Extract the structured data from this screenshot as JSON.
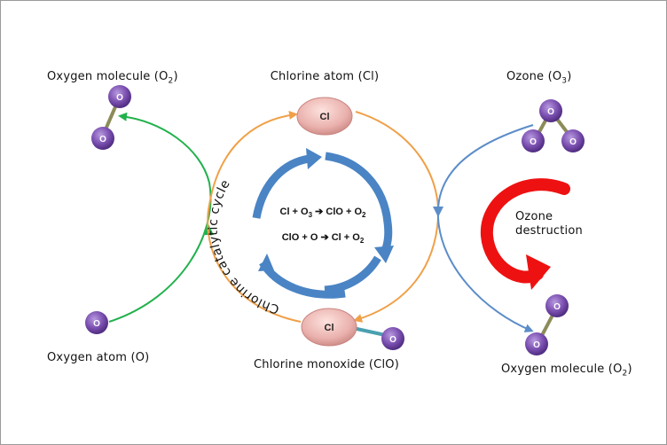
{
  "colors": {
    "green_arrow": "#22b14c",
    "orange_cycle": "#f0a048",
    "blue_cycle": "#4a84c4",
    "blue_path": "#5b8dc8",
    "red_arrow": "#ee1111",
    "oxygen": "#7a4fb0",
    "chlorine": "#eab1ad"
  },
  "atoms": {
    "oxygen": "O",
    "chlorine": "Cl"
  },
  "labels": {
    "oxygen_molecule_left": {
      "text": "Oxygen molecule (O",
      "sub": "2",
      "close": ")"
    },
    "chlorine_atom": {
      "text": "Chlorine atom (Cl)"
    },
    "ozone": {
      "text": "Ozone (O",
      "sub": "3",
      "close": ")"
    },
    "oxygen_atom": {
      "text": "Oxygen atom (O)"
    },
    "chlorine_monoxide": {
      "text": "Chlorine monoxide (ClO)"
    },
    "oxygen_molecule_right": {
      "text": "Oxygen molecule (O",
      "sub": "2",
      "close": ")"
    },
    "catalytic_cycle": "Chlorine catalytic cycle",
    "ozone_destruction_1": "Ozone",
    "ozone_destruction_2": "destruction"
  },
  "equations": {
    "eq1": {
      "a": "Cl + O",
      "a_sub": "3",
      "arrow": "➔",
      "b": "ClO + O",
      "b_sub": "2"
    },
    "eq2": {
      "a": "ClO + O",
      "arrow": "➔",
      "b": "Cl + O",
      "b_sub": "2"
    }
  }
}
